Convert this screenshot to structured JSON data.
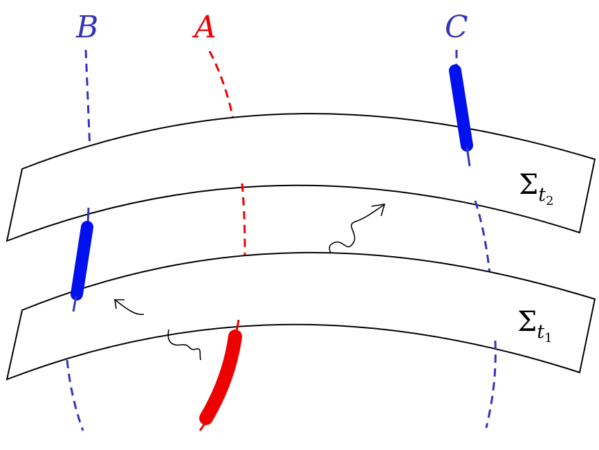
{
  "worldlines": {
    "A": {
      "label": "A",
      "color": "#ee0000"
    },
    "B": {
      "label": "B",
      "color": "#3333bb"
    },
    "C": {
      "label": "C",
      "color": "#3333bb"
    }
  },
  "slices": {
    "t2": {
      "symbol": "Σ",
      "sub": "t",
      "subsub": "2"
    },
    "t1": {
      "symbol": "Σ",
      "sub": "t",
      "subsub": "1"
    }
  },
  "colors": {
    "red": "#ee0000",
    "dashed_blue": "#3333bb",
    "thick_blue": "#0011ee",
    "outline": "#000000"
  }
}
